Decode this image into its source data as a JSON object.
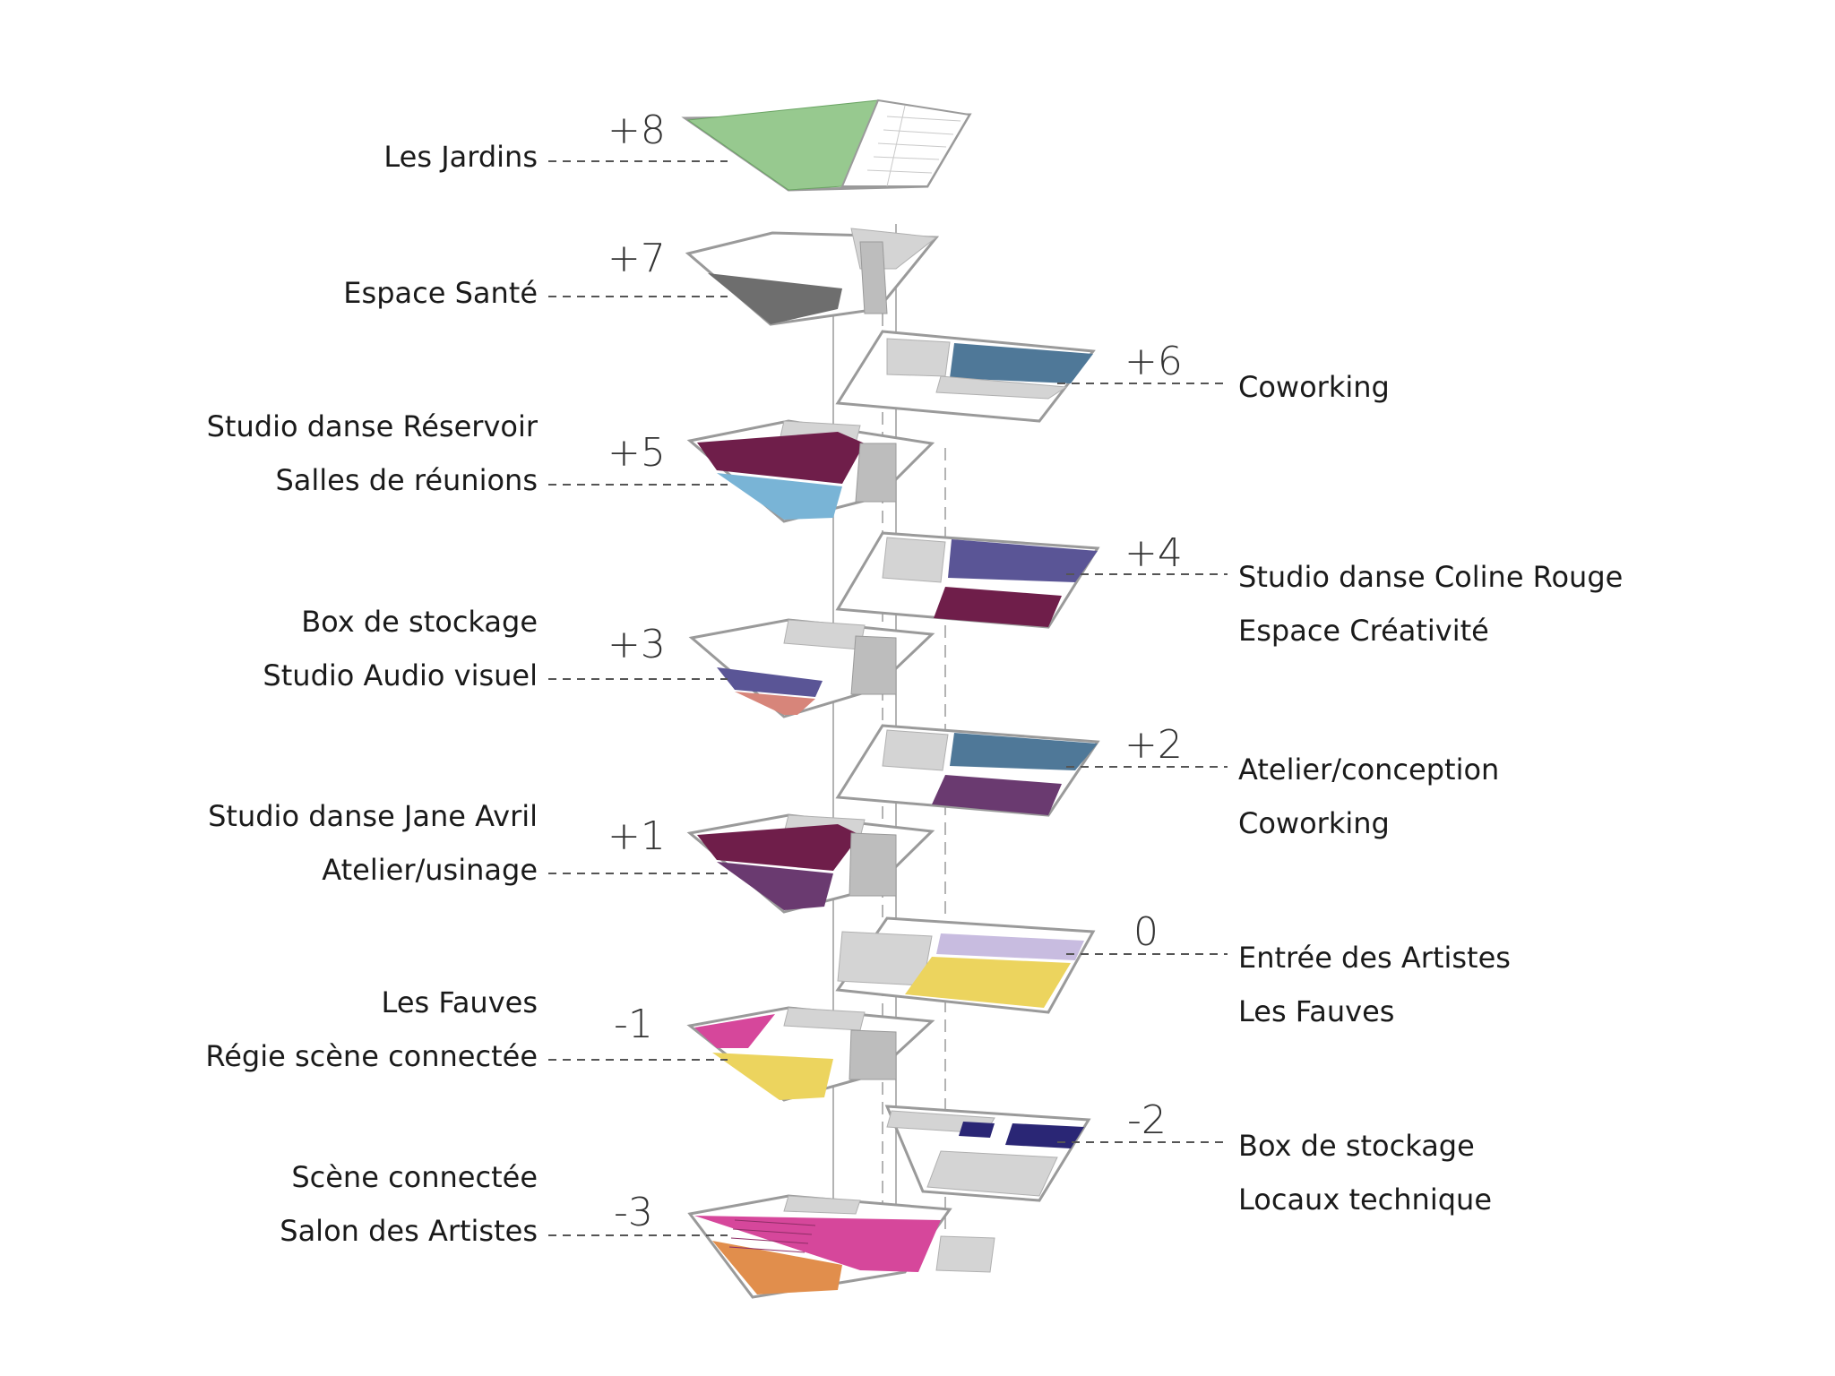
{
  "colors": {
    "jardins_green": "#97c98f",
    "sante_gray": "#6e6e6e",
    "steel_blue": "#4f7898",
    "plum": "#6f1e4a",
    "light_blue": "#79b4d6",
    "indigo": "#5a5596",
    "salmon": "#d7857a",
    "purple": "#6a3a70",
    "yellow": "#ecd45e",
    "lavender": "#c8bce0",
    "magenta": "#d6479b",
    "orange": "#e18e4c",
    "navy": "#2a2675"
  },
  "levels": {
    "p8": {
      "number": "+8",
      "labels": [
        "Les Jardins"
      ]
    },
    "p7": {
      "number": "+7",
      "labels": [
        "Espace Santé"
      ]
    },
    "p6": {
      "number": "+6",
      "labels": [
        "Coworking"
      ]
    },
    "p5": {
      "number": "+5",
      "labels": [
        "Studio danse Réservoir",
        "Salles de réunions"
      ]
    },
    "p4": {
      "number": "+4",
      "labels": [
        "Studio danse Coline Rouge",
        "Espace Créativité"
      ]
    },
    "p3": {
      "number": "+3",
      "labels": [
        "Box de stockage",
        "Studio Audio visuel"
      ]
    },
    "p2": {
      "number": "+2",
      "labels": [
        "Atelier/conception",
        "Coworking"
      ]
    },
    "p1": {
      "number": "+1",
      "labels": [
        "Studio danse Jane Avril",
        "Atelier/usinage"
      ]
    },
    "z0": {
      "number": "0",
      "labels": [
        "Entrée des Artistes",
        "Les Fauves"
      ]
    },
    "m1": {
      "number": "-1",
      "labels": [
        "Les Fauves",
        "Régie scène connectée"
      ]
    },
    "m2": {
      "number": "-2",
      "labels": [
        "Box de stockage",
        "Locaux technique"
      ]
    },
    "m3": {
      "number": "-3",
      "labels": [
        "Scène connectée",
        "Salon des Artistes"
      ]
    }
  }
}
